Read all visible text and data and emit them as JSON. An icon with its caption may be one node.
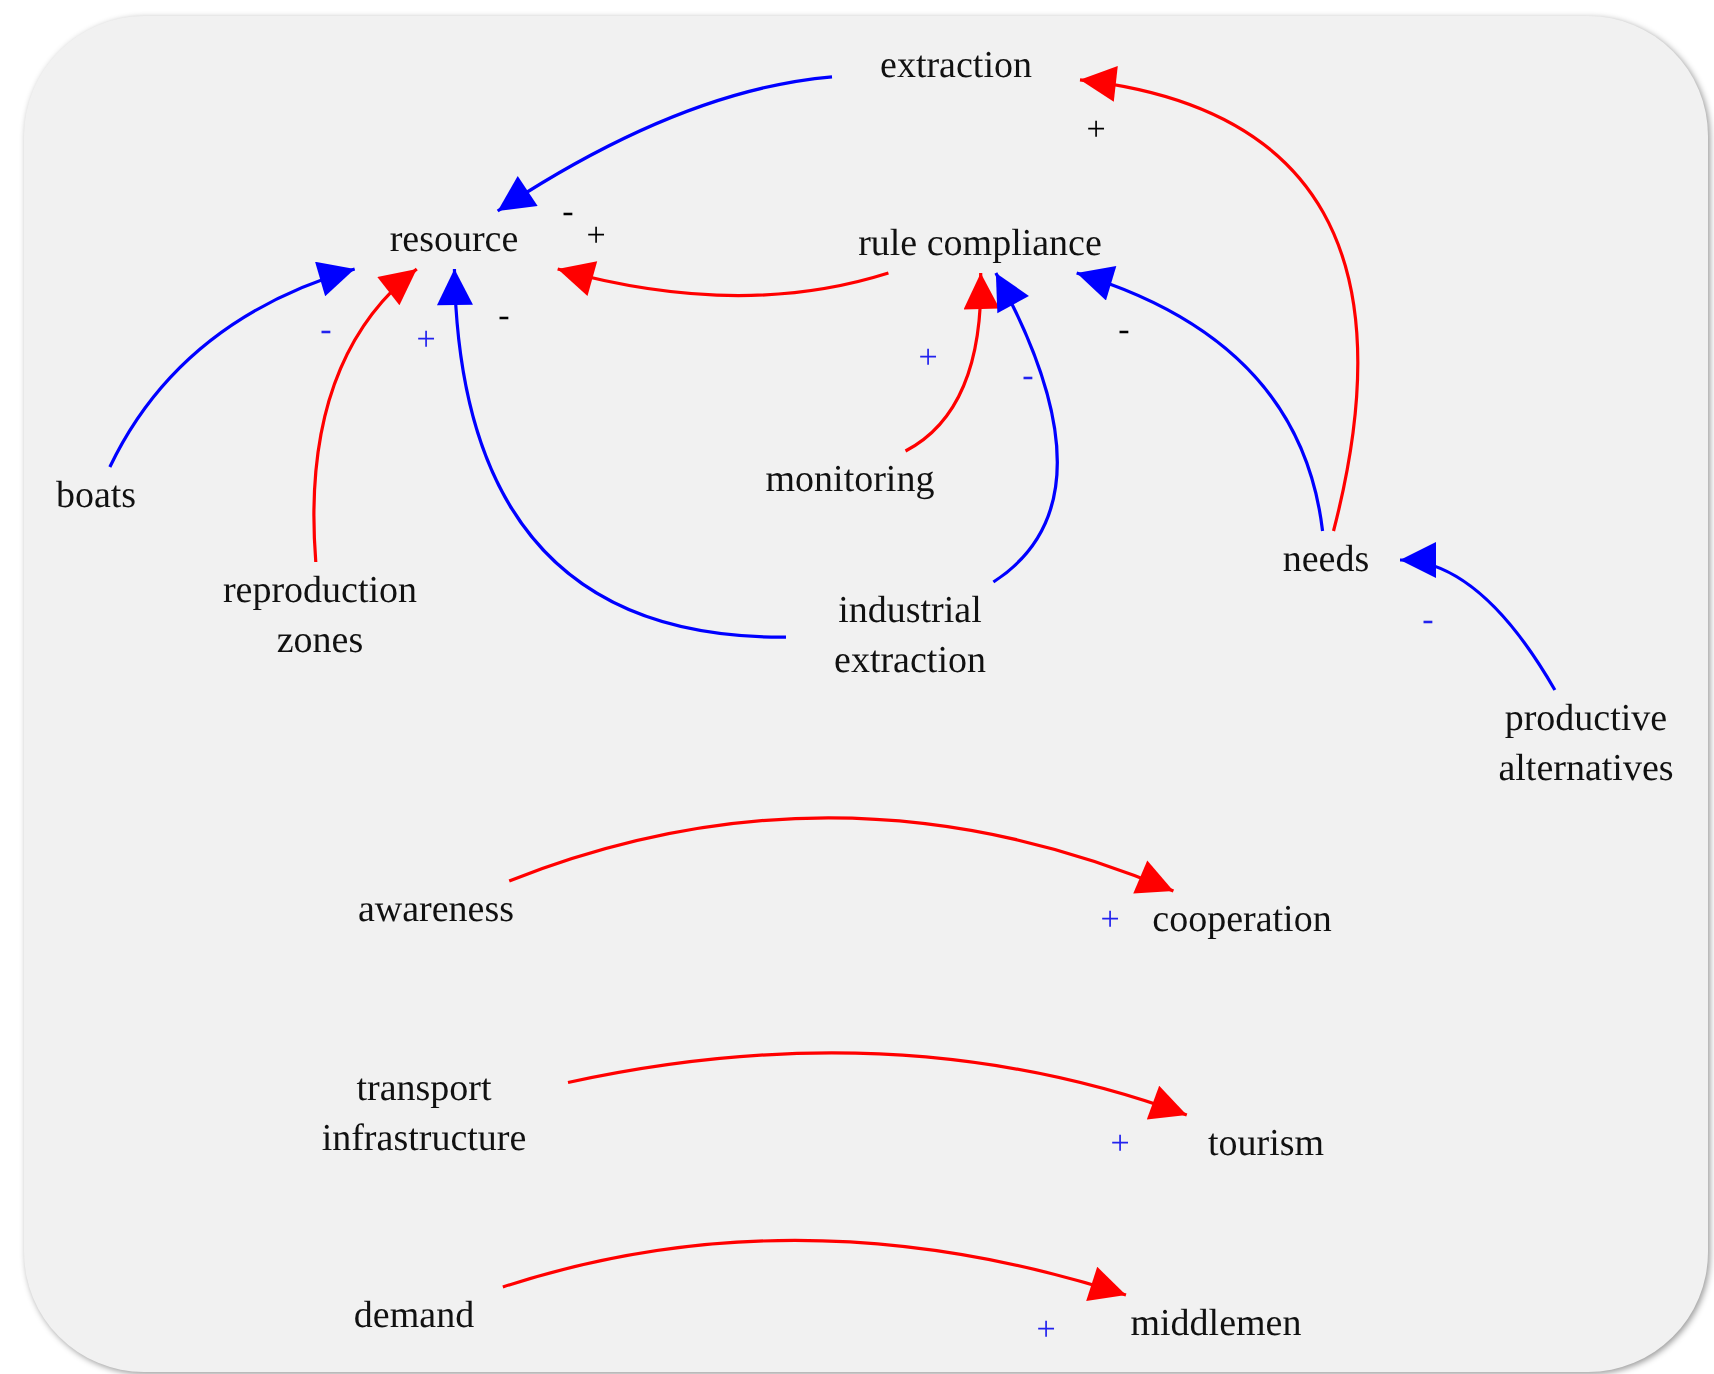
{
  "diagram": {
    "nodes": [
      {
        "text": [
          "extraction"
        ]
      },
      {
        "text": [
          "resource"
        ]
      },
      {
        "text": [
          "rule compliance"
        ]
      },
      {
        "text": [
          "boats"
        ]
      },
      {
        "text": [
          "reproduction zones"
        ]
      },
      {
        "text": [
          "monitoring"
        ]
      },
      {
        "text": [
          "industrial extraction"
        ]
      },
      {
        "text": [
          "needs"
        ]
      },
      {
        "text": [
          "productive alternatives"
        ]
      },
      {
        "text": [
          "awareness"
        ]
      },
      {
        "text": [
          "cooperation"
        ]
      },
      {
        "text": [
          "transport infrastructure"
        ]
      },
      {
        "text": [
          "tourism"
        ]
      },
      {
        "text": [
          "demand"
        ]
      },
      {
        "text": [
          "middlemen"
        ]
      }
    ],
    "edges": [
      {
        "from": 0,
        "to": 1,
        "arrow": "to",
        "label": "-",
        "color": "#0000ff"
      },
      {
        "from": 2,
        "to": 1,
        "arrow": "to",
        "label": "+"
      },
      {
        "from": 3,
        "to": 1,
        "arrow": "to",
        "label": "-",
        "color": "#0000ff"
      },
      {
        "from": 4,
        "to": 1,
        "arrow": "to",
        "label": "+"
      },
      {
        "from": 6,
        "to": 1,
        "arrow": "to",
        "label": "-",
        "color": "#0000ff"
      },
      {
        "from": 5,
        "to": 2,
        "arrow": "to",
        "label": "+"
      },
      {
        "from": 6,
        "to": 2,
        "arrow": "to",
        "label": "-",
        "color": "#0000ff"
      },
      {
        "from": 7,
        "to": 2,
        "arrow": "to",
        "label": "-",
        "color": "#0000ff"
      },
      {
        "from": 7,
        "to": 0,
        "arrow": "to",
        "label": "+"
      },
      {
        "from": 8,
        "to": 7,
        "arrow": "to",
        "label": "-",
        "color": "#0000ff"
      },
      {
        "from": 9,
        "to": 10,
        "arrow": "to",
        "label": "+"
      },
      {
        "from": 11,
        "to": 12,
        "arrow": "to",
        "label": "+"
      },
      {
        "from": 13,
        "to": 14,
        "arrow": "to",
        "label": "+"
      }
    ]
  }
}
